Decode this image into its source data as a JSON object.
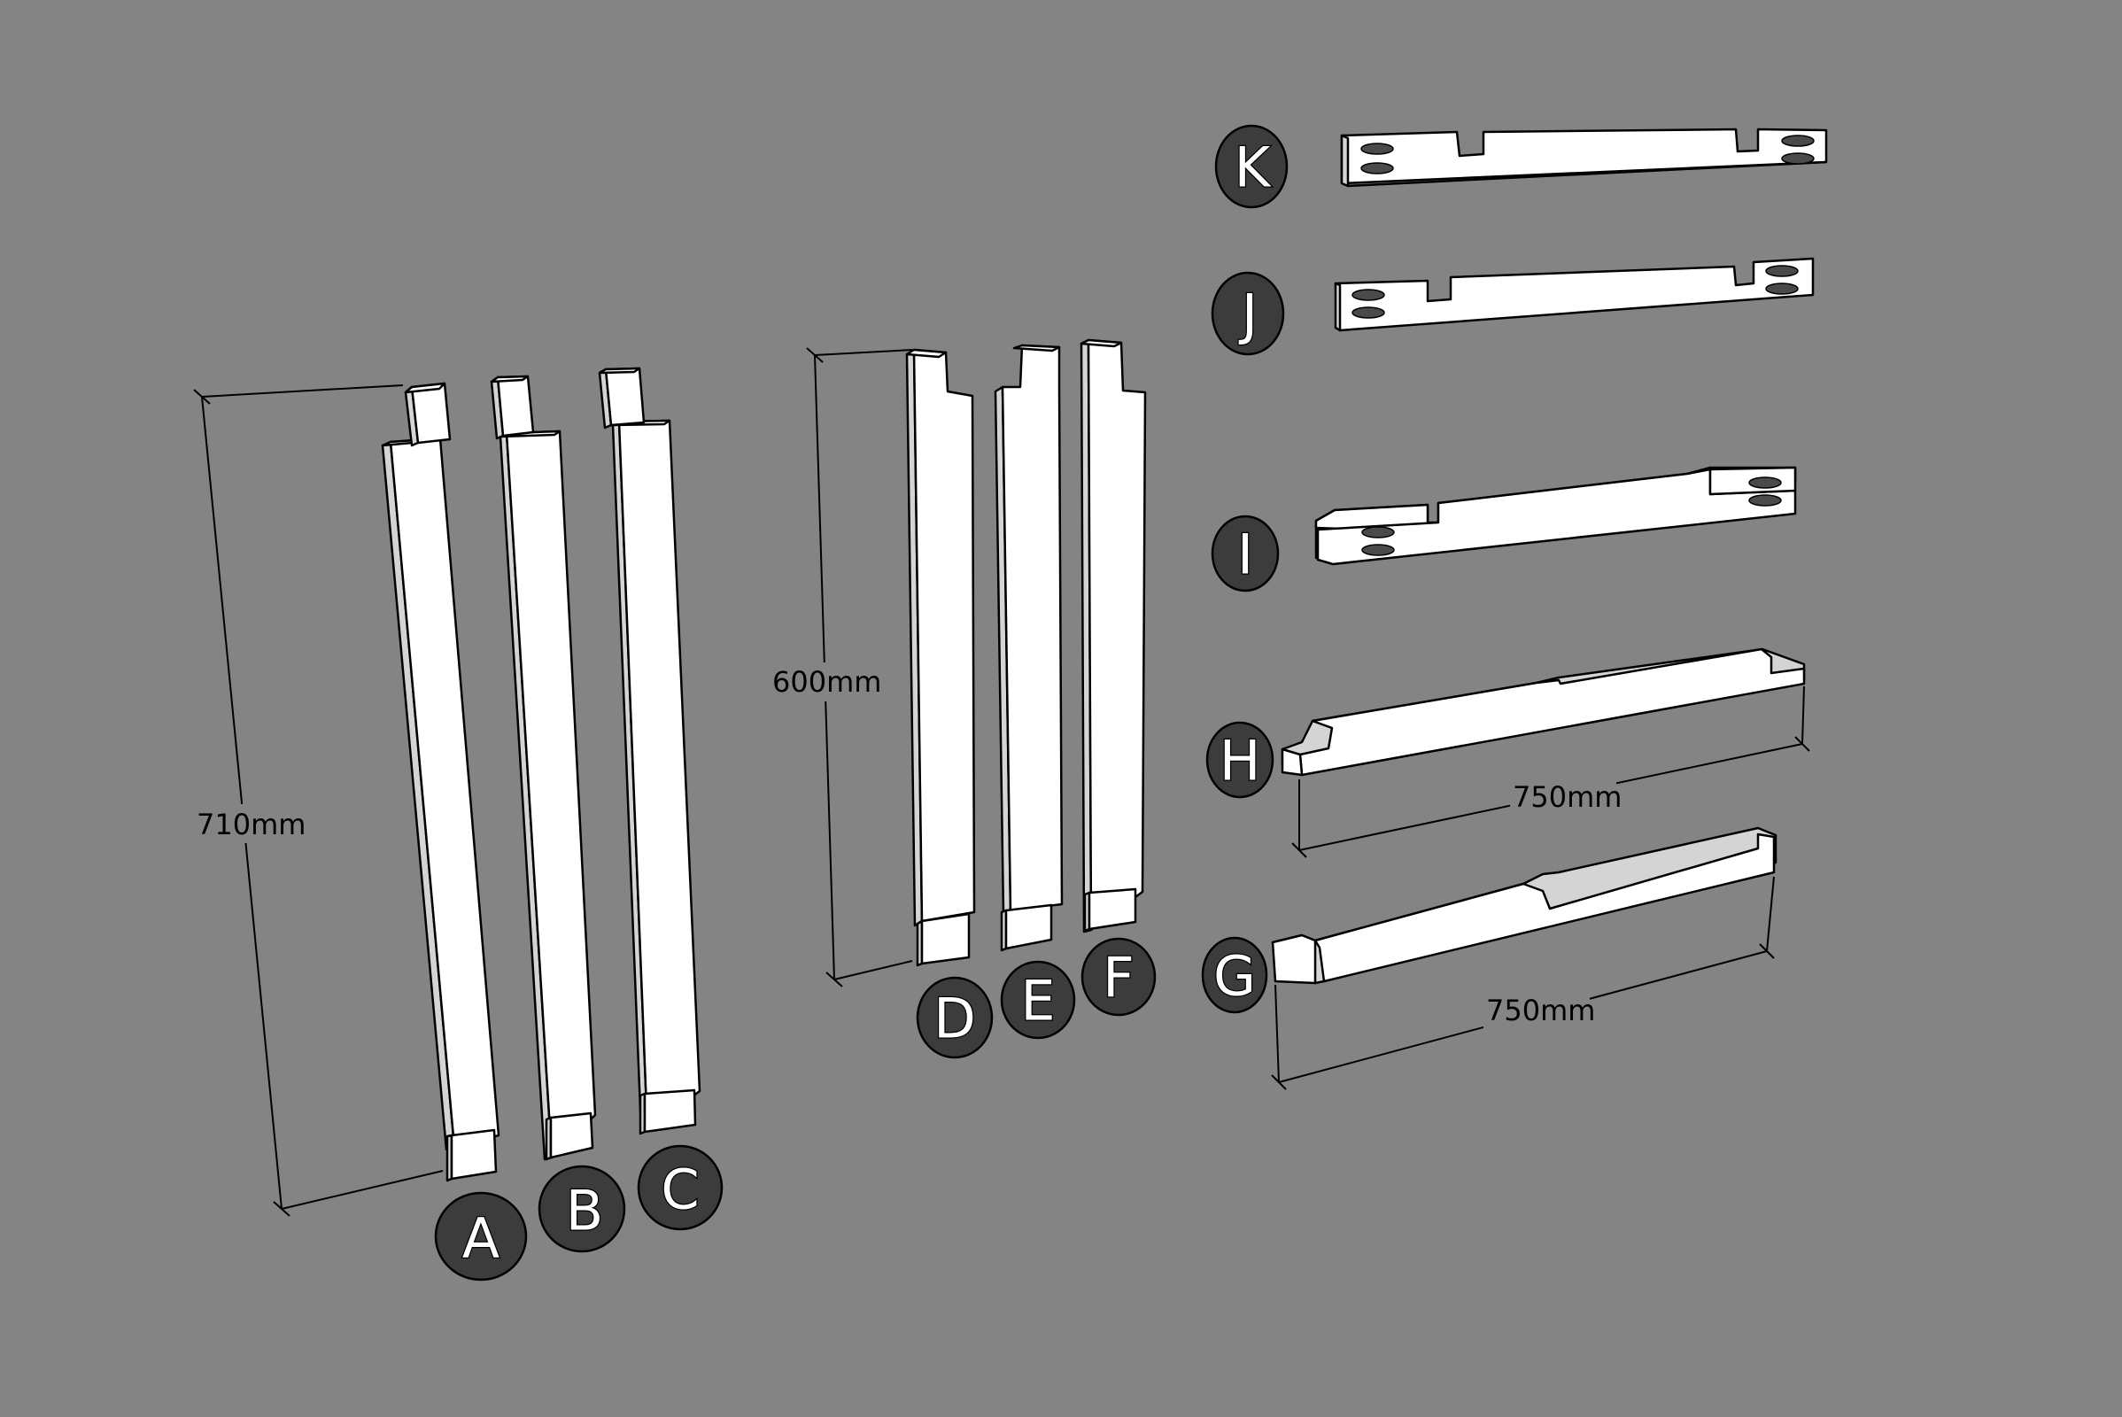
{
  "scene": {
    "background": "#848484",
    "part_fill": "#ffffff",
    "part_side_shade": "#d6d6d6",
    "label_fill": "#3c3c3c",
    "label_text_color": "#ffffff",
    "line_color": "#000000"
  },
  "parts": [
    {
      "label": "A",
      "kind": "long-leg"
    },
    {
      "label": "B",
      "kind": "long-leg"
    },
    {
      "label": "C",
      "kind": "long-leg"
    },
    {
      "label": "D",
      "kind": "short-leg"
    },
    {
      "label": "E",
      "kind": "short-leg"
    },
    {
      "label": "F",
      "kind": "short-leg"
    },
    {
      "label": "G",
      "kind": "rail-one-notch"
    },
    {
      "label": "H",
      "kind": "rail-one-notch"
    },
    {
      "label": "I",
      "kind": "rail-doweled"
    },
    {
      "label": "J",
      "kind": "rail-doweled"
    },
    {
      "label": "K",
      "kind": "rail-doweled"
    }
  ],
  "dimensions": {
    "long_legs": "710mm",
    "short_legs": "600mm",
    "rail_h": "750mm",
    "rail_g": "750mm"
  }
}
